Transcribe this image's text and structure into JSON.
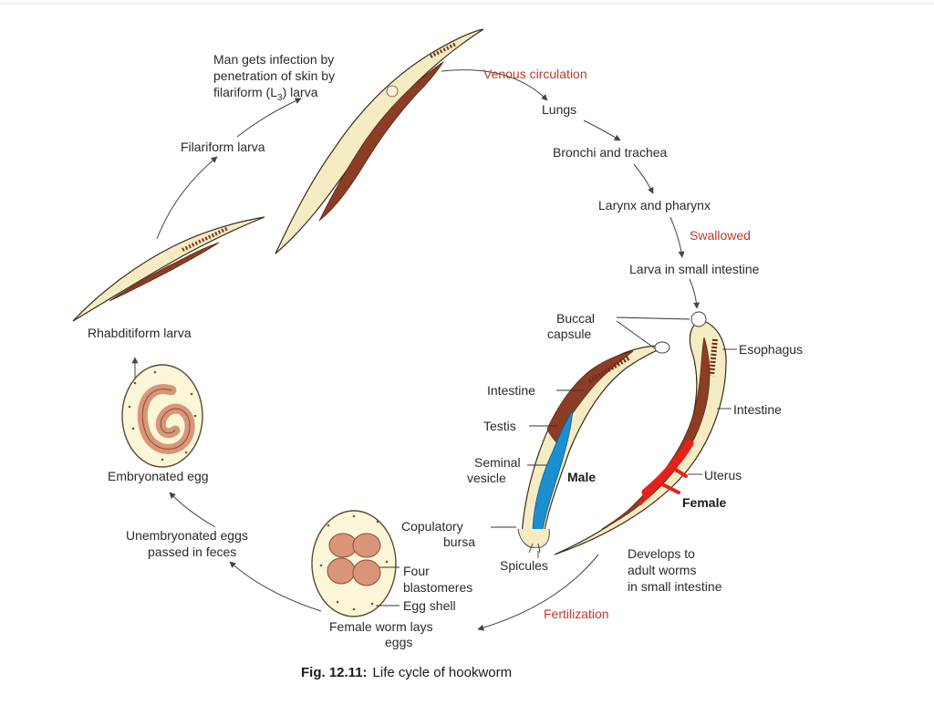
{
  "figure": {
    "caption_prefix": "Fig. 12.11:",
    "caption_text": "Life cycle of hookworm"
  },
  "steps": {
    "infection": [
      "Man gets infection by",
      "penetration of skin by",
      "filariform (L",
      "3",
      ") larva"
    ],
    "venous": "Venous circulation",
    "lungs": "Lungs",
    "bronchi": "Bronchi and trachea",
    "larynx": "Larynx and pharynx",
    "swallowed": "Swallowed",
    "larva_intestine": "Larva in small intestine",
    "filariform": "Filariform larva",
    "rhabditiform": "Rhabditiform larva",
    "embryonated": "Embryonated egg",
    "unembryonated": [
      "Unembryonated eggs",
      "passed in feces"
    ],
    "lays": [
      "Female worm lays",
      "eggs"
    ],
    "fertilization": "Fertilization",
    "develops": [
      "Develops to",
      "adult worms",
      "in small intestine"
    ]
  },
  "parts": {
    "buccal": [
      "Buccal",
      "capsule"
    ],
    "esophagus": "Esophagus",
    "intestine_female": "Intestine",
    "intestine_male": "Intestine",
    "testis": "Testis",
    "seminal": [
      "Seminal",
      "vesicle"
    ],
    "male": "Male",
    "uterus": "Uterus",
    "female": "Female",
    "copulatory": [
      "Copulatory",
      "bursa"
    ],
    "spicules": "Spicules",
    "blastomeres": [
      "Four",
      "blastomeres"
    ],
    "eggshell": "Egg shell"
  },
  "colors": {
    "highlight_text": "#c0392b",
    "worm_body": "#f5ecc4",
    "worm_gut": "#8b3e25",
    "uterus": "#e8201a",
    "male_tract": "#1c8fd0",
    "egg_cell": "#d9957a"
  }
}
